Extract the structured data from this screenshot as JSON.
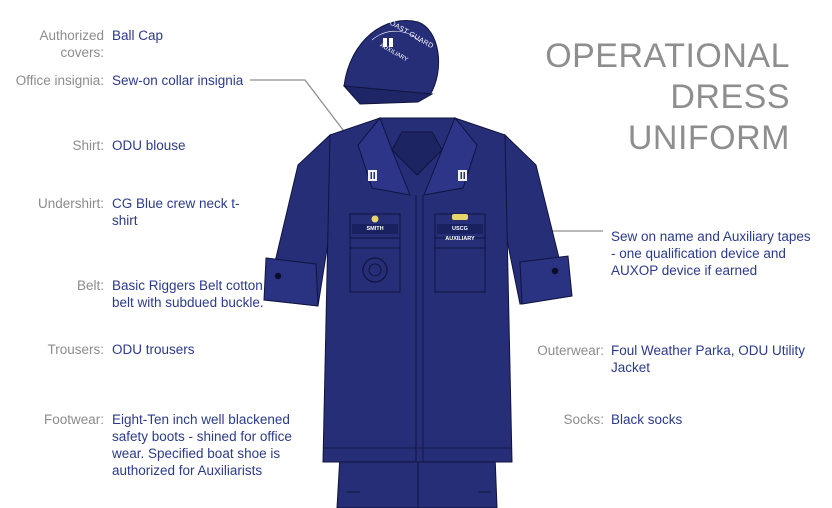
{
  "title": {
    "lines": [
      "OPERATIONAL",
      "DRESS",
      "UNIFORM"
    ]
  },
  "left_items": [
    {
      "label": "Authorized covers:",
      "value": "Ball Cap"
    },
    {
      "label": "Office insignia:",
      "value": "Sew-on collar insignia"
    },
    {
      "label": "Shirt:",
      "value": "ODU blouse"
    },
    {
      "label": "Undershirt:",
      "value": "CG Blue crew neck t-shirt"
    },
    {
      "label": "Belt:",
      "value": "Basic Riggers Belt cotton belt with subdued buckle."
    },
    {
      "label": "Trousers:",
      "value": "ODU trousers"
    },
    {
      "label": "Footwear:",
      "value": "Eight-Ten inch well blackened safety boots - shined for office wear. Specified boat shoe is authorized for Auxiliarists"
    }
  ],
  "right_items": [
    {
      "label": "",
      "value": "Sew on name and Auxiliary tapes - one qualification device and AUXOP device if earned"
    },
    {
      "label": "Outerwear:",
      "value": "Foul Weather Parka, ODU Utility Jacket"
    },
    {
      "label": "Socks:",
      "value": "Black socks"
    }
  ],
  "illustration": {
    "cap_text_top": "US COAST GUARD",
    "cap_text_bottom": "AUXILIARY",
    "name_tape": "SMITH",
    "service_tape": "USCG AUXILIARY"
  },
  "colors": {
    "uniform": "#262e78",
    "label": "#8c8c8c",
    "value": "#2b3a8c",
    "title": "#8e8e8e"
  }
}
